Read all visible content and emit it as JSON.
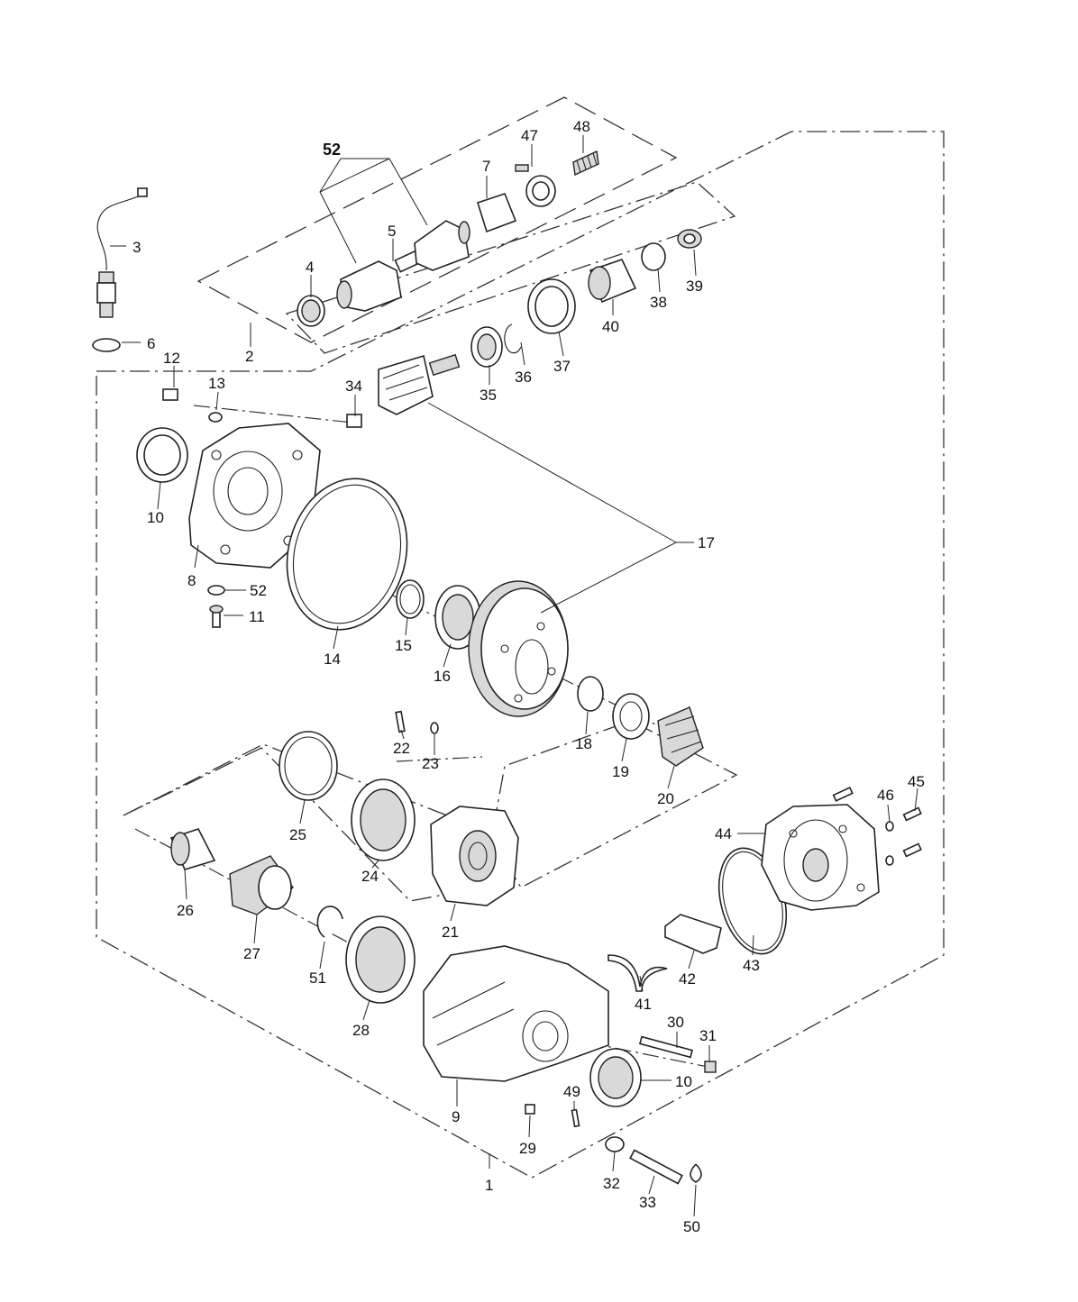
{
  "callouts": {
    "c1": "1",
    "c2": "2",
    "c3": "3",
    "c4": "4",
    "c5": "5",
    "c6": "6",
    "c7": "7",
    "c8": "8",
    "c9": "9",
    "c10a": "10",
    "c10b": "10",
    "c11": "11",
    "c12": "12",
    "c13": "13",
    "c14": "14",
    "c15": "15",
    "c16": "16",
    "c17": "17",
    "c18": "18",
    "c19": "19",
    "c20": "20",
    "c21": "21",
    "c22": "22",
    "c23": "23",
    "c24": "24",
    "c25": "25",
    "c26": "26",
    "c27": "27",
    "c28": "28",
    "c29": "29",
    "c30": "30",
    "c31": "31",
    "c32": "32",
    "c33": "33",
    "c34": "34",
    "c35": "35",
    "c36": "36",
    "c37": "37",
    "c38": "38",
    "c39": "39",
    "c40": "40",
    "c41": "41",
    "c42": "42",
    "c43": "43",
    "c44": "44",
    "c45": "45",
    "c46": "46",
    "c47": "47",
    "c48": "48",
    "c49": "49",
    "c50": "50",
    "c51": "51",
    "c52a": "52",
    "c52b": "52"
  }
}
